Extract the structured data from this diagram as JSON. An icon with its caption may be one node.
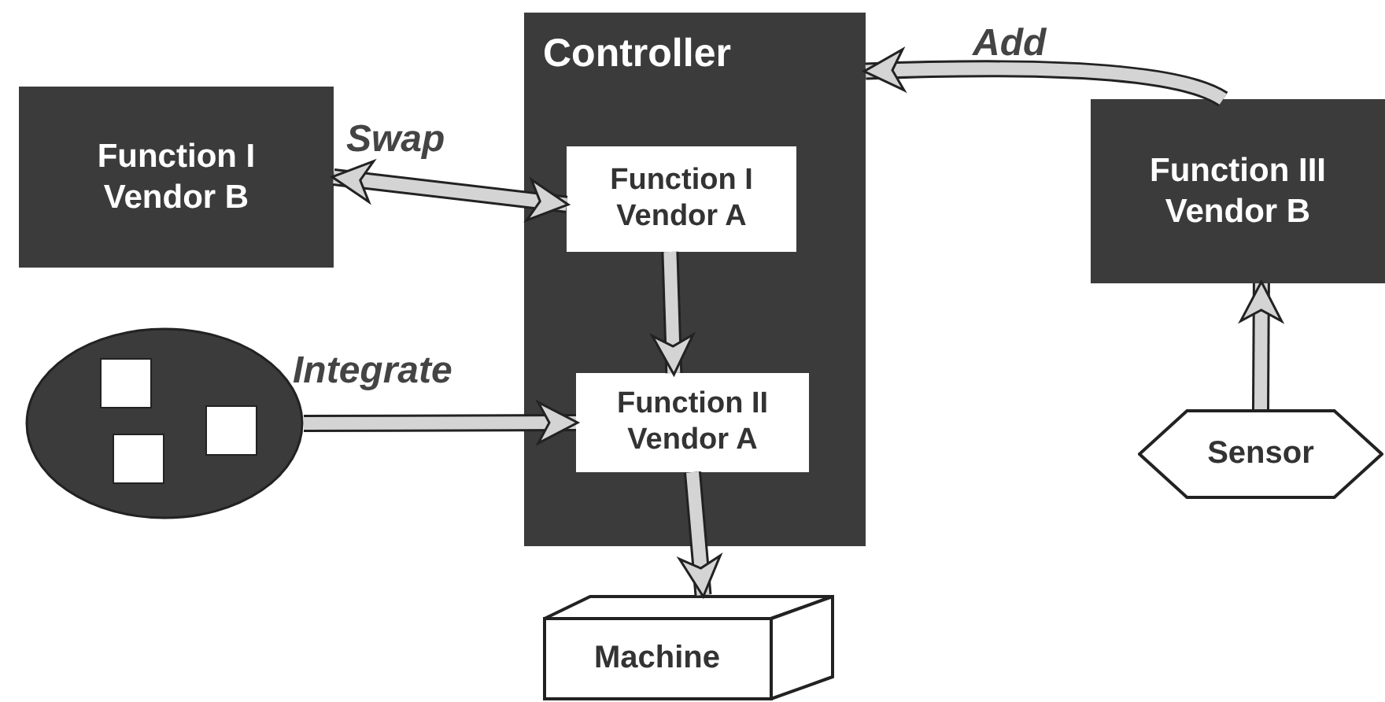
{
  "diagram": {
    "nodes": [
      {
        "text": [
          "Controller"
        ]
      },
      {
        "text": [
          "Function I Vendor B"
        ]
      },
      {
        "text": [
          "Function I Vendor A"
        ],
        "in": 0
      },
      {
        "text": [
          "Function II Vendor A"
        ],
        "in": 0
      },
      {
        "text": [],
        "shape": "ellipse"
      },
      {
        "text": [
          "Function III Vendor B"
        ]
      },
      {
        "text": [
          "Sensor"
        ]
      },
      {
        "text": [
          "Machine"
        ]
      }
    ],
    "edges": [
      {
        "from": 1,
        "to": 2,
        "arrow": "both",
        "label": "Swap"
      },
      {
        "from": 2,
        "to": 3,
        "arrow": "to"
      },
      {
        "from": 4,
        "to": 3,
        "arrow": "to",
        "label": "Integrate"
      },
      {
        "from": 5,
        "to": 0,
        "arrow": "to",
        "label": "Add"
      },
      {
        "from": 6,
        "to": 5,
        "arrow": "to"
      },
      {
        "from": 3,
        "to": 7,
        "arrow": "to"
      }
    ]
  }
}
